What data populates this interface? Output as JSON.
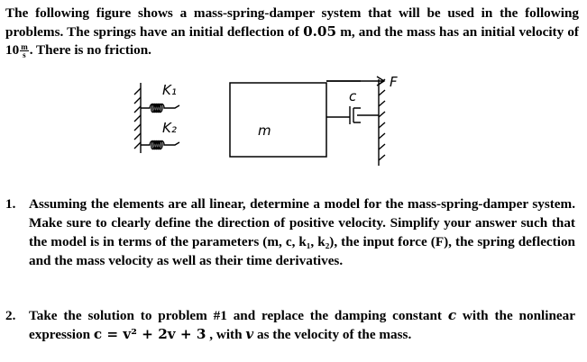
{
  "intro": {
    "line_a": "The following figure shows a mass-spring-damper system that will be used in the following problems. The springs have an initial deflection of ",
    "deflection": "0.05",
    "deflection_unit": " m",
    "line_b": ", and the mass has an initial velocity of ",
    "velocity": "10",
    "velocity_unit_num": "m",
    "velocity_unit_den": "s",
    "line_c": ". There is no friction."
  },
  "figure": {
    "k1_label": "K₁",
    "k2_label": "K₂",
    "mass_label": "m",
    "damper_label": "c",
    "force_label": "F"
  },
  "problems": [
    {
      "number": "1.",
      "text": "Assuming the elements are all linear, determine a model for the mass-spring-damper system. Make sure to clearly define the direction of positive velocity. Simplify your answer such that the model is in terms of the parameters (m, c, k₁, k₂), the input force (F), the spring deflection and the mass velocity as well as their time derivatives."
    },
    {
      "number": "2.",
      "text_a": "Take the solution to problem #1 and replace the damping constant ",
      "c_symbol": "c",
      "text_b": " with the nonlinear expression ",
      "expression": "c = v² + 2v + 3",
      "text_c": " , with ",
      "v_symbol": "v",
      "text_d": " as the velocity of the mass."
    }
  ]
}
